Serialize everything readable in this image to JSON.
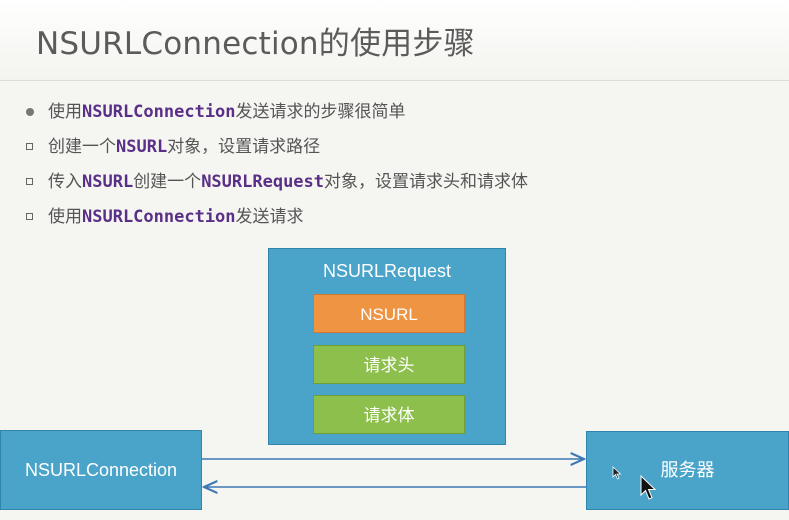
{
  "slide": {
    "title": "NSURLConnection的使用步骤"
  },
  "bullets": [
    {
      "marker": "dot",
      "pre": "使用",
      "kw": "NSURLConnection",
      "mid": "发送请求的步骤很简单",
      "kw2": "",
      "post": ""
    },
    {
      "marker": "square",
      "pre": "创建一个",
      "kw": "NSURL",
      "mid": "对象，设置请求路径",
      "kw2": "",
      "post": ""
    },
    {
      "marker": "square",
      "pre": "传入",
      "kw": "NSURL",
      "mid": "创建一个",
      "kw2": "NSURLRequest",
      "post": "对象，设置请求头和请求体"
    },
    {
      "marker": "square",
      "pre": "使用",
      "kw": "NSURLConnection",
      "mid": "发送请求",
      "kw2": "",
      "post": ""
    }
  ],
  "diagram": {
    "request_title": "NSURLRequest",
    "url_label": "NSURL",
    "header_label": "请求头",
    "body_label": "请求体",
    "connection_label": "NSURLConnection",
    "server_label": "服务器"
  },
  "colors": {
    "blue": "#4aa3c8",
    "orange": "#ef9443",
    "green": "#8cbf4b",
    "keyword": "#5a2f87"
  }
}
